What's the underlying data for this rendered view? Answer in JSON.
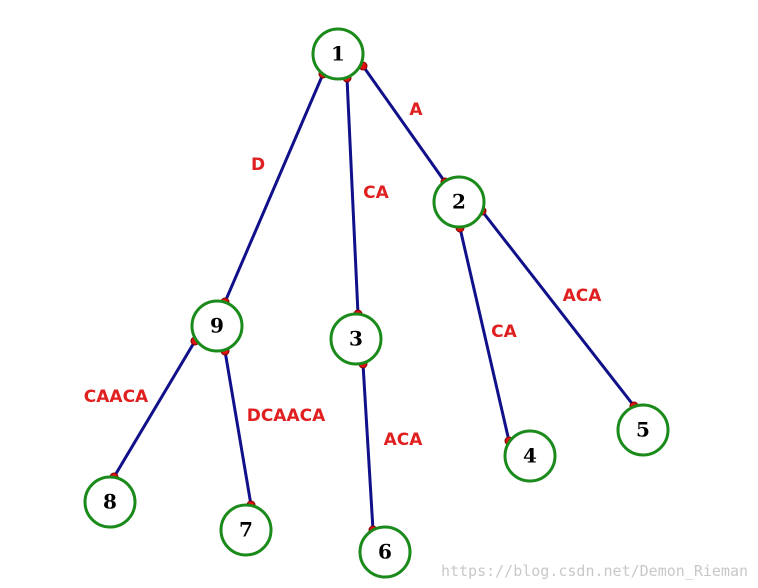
{
  "colors": {
    "edge": "#10108a",
    "node_stroke": "#1a8a1a",
    "endpoint": "#e01010",
    "edge_label": "#e02020"
  },
  "nodes": [
    {
      "id": "1",
      "label": "1"
    },
    {
      "id": "2",
      "label": "2"
    },
    {
      "id": "3",
      "label": "3"
    },
    {
      "id": "4",
      "label": "4"
    },
    {
      "id": "5",
      "label": "5"
    },
    {
      "id": "6",
      "label": "6"
    },
    {
      "id": "7",
      "label": "7"
    },
    {
      "id": "8",
      "label": "8"
    },
    {
      "id": "9",
      "label": "9"
    }
  ],
  "edges": [
    {
      "from": "1",
      "to": "9",
      "label": "D"
    },
    {
      "from": "1",
      "to": "3",
      "label": "CA"
    },
    {
      "from": "1",
      "to": "2",
      "label": "A"
    },
    {
      "from": "2",
      "to": "4",
      "label": "CA"
    },
    {
      "from": "2",
      "to": "5",
      "label": "ACA"
    },
    {
      "from": "9",
      "to": "8",
      "label": "CAACA"
    },
    {
      "from": "9",
      "to": "7",
      "label": "DCAACA"
    },
    {
      "from": "3",
      "to": "6",
      "label": "ACA"
    }
  ],
  "watermark": "https://blog.csdn.net/Demon_Rieman"
}
